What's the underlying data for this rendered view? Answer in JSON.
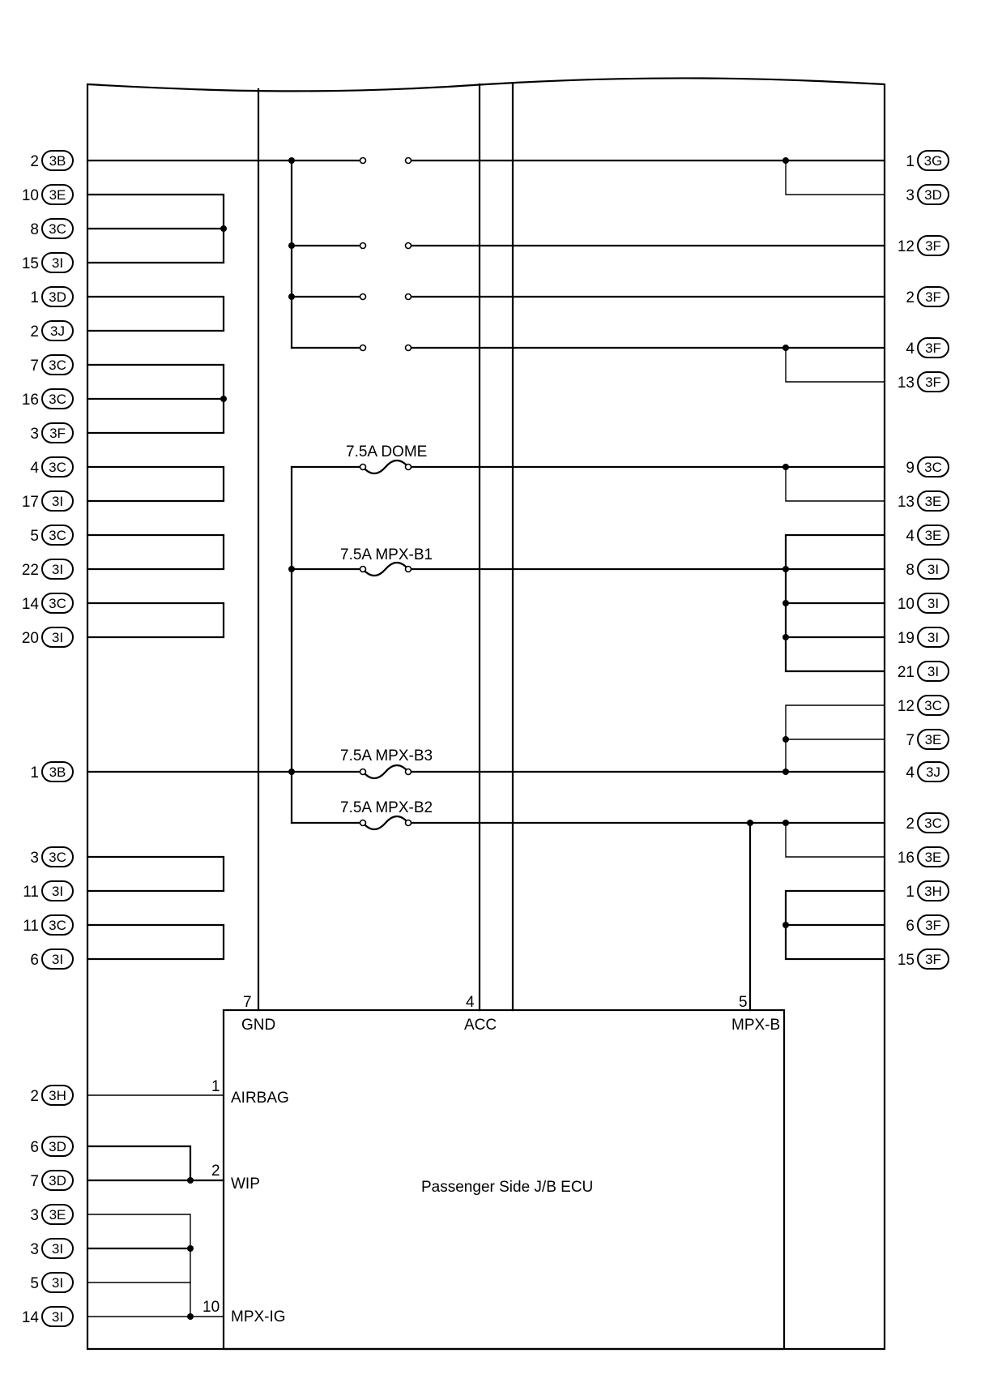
{
  "fuses": {
    "dome": "7.5A DOME",
    "mpx_b1": "7.5A MPX-B1",
    "mpx_b3": "7.5A MPX-B3",
    "mpx_b2": "7.5A MPX-B2"
  },
  "ecu": {
    "title": "Passenger Side J/B ECU",
    "top_pins": [
      {
        "num": "7",
        "name": "GND"
      },
      {
        "num": "4",
        "name": "ACC"
      },
      {
        "num": "5",
        "name": "MPX-B"
      }
    ],
    "left_pins": [
      {
        "num": "1",
        "name": "AIRBAG"
      },
      {
        "num": "2",
        "name": "WIP"
      },
      {
        "num": "10",
        "name": "MPX-IG"
      }
    ]
  },
  "left_connectors": [
    {
      "pin": "2",
      "conn": "3B"
    },
    {
      "pin": "10",
      "conn": "3E"
    },
    {
      "pin": "8",
      "conn": "3C"
    },
    {
      "pin": "15",
      "conn": "3I"
    },
    {
      "pin": "1",
      "conn": "3D"
    },
    {
      "pin": "2",
      "conn": "3J"
    },
    {
      "pin": "7",
      "conn": "3C"
    },
    {
      "pin": "16",
      "conn": "3C"
    },
    {
      "pin": "3",
      "conn": "3F"
    },
    {
      "pin": "4",
      "conn": "3C"
    },
    {
      "pin": "17",
      "conn": "3I"
    },
    {
      "pin": "5",
      "conn": "3C"
    },
    {
      "pin": "22",
      "conn": "3I"
    },
    {
      "pin": "14",
      "conn": "3C"
    },
    {
      "pin": "20",
      "conn": "3I"
    },
    {
      "pin": "1",
      "conn": "3B"
    },
    {
      "pin": "3",
      "conn": "3C"
    },
    {
      "pin": "11",
      "conn": "3I"
    },
    {
      "pin": "11",
      "conn": "3C"
    },
    {
      "pin": "6",
      "conn": "3I"
    },
    {
      "pin": "2",
      "conn": "3H"
    },
    {
      "pin": "6",
      "conn": "3D"
    },
    {
      "pin": "7",
      "conn": "3D"
    },
    {
      "pin": "3",
      "conn": "3E"
    },
    {
      "pin": "3",
      "conn": "3I"
    },
    {
      "pin": "5",
      "conn": "3I"
    },
    {
      "pin": "14",
      "conn": "3I"
    }
  ],
  "right_connectors": [
    {
      "pin": "1",
      "conn": "3G"
    },
    {
      "pin": "3",
      "conn": "3D"
    },
    {
      "pin": "12",
      "conn": "3F"
    },
    {
      "pin": "2",
      "conn": "3F"
    },
    {
      "pin": "4",
      "conn": "3F"
    },
    {
      "pin": "13",
      "conn": "3F"
    },
    {
      "pin": "9",
      "conn": "3C"
    },
    {
      "pin": "13",
      "conn": "3E"
    },
    {
      "pin": "4",
      "conn": "3E"
    },
    {
      "pin": "8",
      "conn": "3I"
    },
    {
      "pin": "10",
      "conn": "3I"
    },
    {
      "pin": "19",
      "conn": "3I"
    },
    {
      "pin": "21",
      "conn": "3I"
    },
    {
      "pin": "12",
      "conn": "3C"
    },
    {
      "pin": "7",
      "conn": "3E"
    },
    {
      "pin": "4",
      "conn": "3J"
    },
    {
      "pin": "2",
      "conn": "3C"
    },
    {
      "pin": "16",
      "conn": "3E"
    },
    {
      "pin": "1",
      "conn": "3H"
    },
    {
      "pin": "6",
      "conn": "3F"
    },
    {
      "pin": "15",
      "conn": "3F"
    }
  ]
}
